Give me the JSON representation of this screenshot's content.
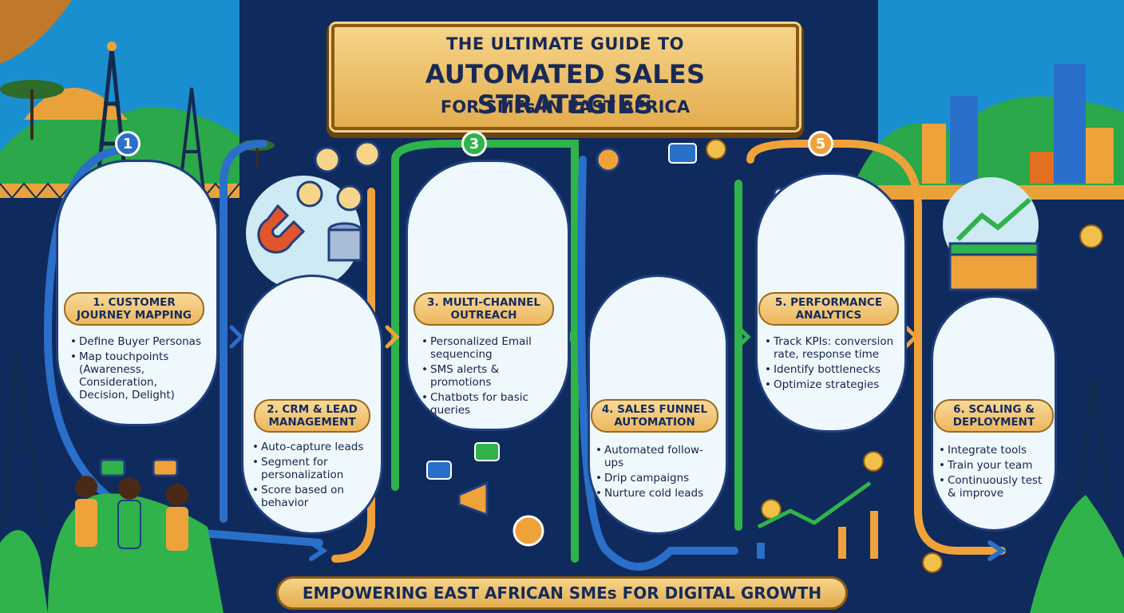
{
  "title": {
    "line1": "THE ULTIMATE GUIDE TO",
    "line2": "AUTOMATED SALES STRATEGIES",
    "line3": "FOR SMEs IN EAST AFRICA"
  },
  "badges": [
    "1",
    "3",
    "5"
  ],
  "steps": [
    {
      "title": "1. CUSTOMER JOURNEY MAPPING",
      "bullets": [
        "Define Buyer Personas",
        "Map touchpoints (Awareness, Consideration, Decision, Delight)"
      ]
    },
    {
      "title": "2. CRM & LEAD MANAGEMENT",
      "bullets": [
        "Auto-capture leads",
        "Segment for personalization",
        "Score based on behavior"
      ]
    },
    {
      "title": "3. MULTI-CHANNEL OUTREACH",
      "bullets": [
        "Personalized Email sequencing",
        "SMS alerts & promotions",
        "Chatbots for basic queries"
      ]
    },
    {
      "title": "4. SALES FUNNEL AUTOMATION",
      "bullets": [
        "Automated follow-ups",
        "Drip campaigns",
        "Nurture cold leads"
      ]
    },
    {
      "title": "5. PERFORMANCE ANALYTICS",
      "bullets": [
        "Track KPIs: conversion rate, response time",
        "Identify bottlenecks",
        "Optimize strategies"
      ]
    },
    {
      "title": "6. SCALING & DEPLOYMENT",
      "bullets": [
        "Integrate tools",
        "Train your team",
        "Continuously test & improve"
      ]
    }
  ],
  "footer": "EMPOWERING EAST AFRICAN SMEs FOR DIGITAL GROWTH",
  "colors": {
    "navy": "#0f2a5c",
    "blue": "#2a6fc9",
    "green": "#2fb34a",
    "orange": "#f0a23a",
    "gold": "#e9b558",
    "card": "#eff8fc"
  },
  "icons": [
    "cell-tower-icon",
    "acacia-tree-icon",
    "magnet-icon",
    "database-icon",
    "megaphone-icon",
    "chat-bubble-icon",
    "funnel-icon",
    "gear-icon",
    "coin-icon",
    "dashboard-icon",
    "growth-chart-icon",
    "storefront-icon",
    "city-skyline-icon",
    "user-avatar-icon"
  ]
}
